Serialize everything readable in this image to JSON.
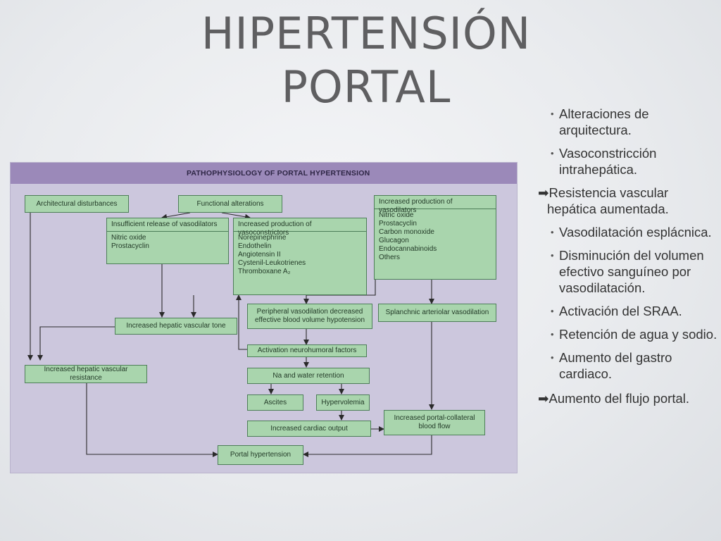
{
  "title": {
    "line1": "HIPERTENSIÓN",
    "line2": "PORTAL"
  },
  "bullets": [
    {
      "type": "bullet",
      "text": "Alteraciones de arquitectura."
    },
    {
      "type": "bullet",
      "text": "Vasoconstricción intrahepática."
    },
    {
      "type": "arrow",
      "symbol": "➡",
      "line1": "Resistencia vascular",
      "line2": "hepática aumentada."
    },
    {
      "type": "bullet",
      "text": "Vasodilatación esplácnica."
    },
    {
      "type": "bullet",
      "text": "Disminución del volumen efectivo sanguíneo por vasodilatación."
    },
    {
      "type": "bullet",
      "text": "Activación del SRAA."
    },
    {
      "type": "bullet",
      "text": "Retención de agua y sodio."
    },
    {
      "type": "bullet",
      "text": "Aumento del gastro cardiaco."
    },
    {
      "type": "arrow",
      "symbol": "➡",
      "line1": "Aumento del flujo portal.",
      "line2": ""
    }
  ],
  "diagram": {
    "header": "PATHOPHYSIOLOGY OF PORTAL HYPERTENSION",
    "boxes": {
      "architectural": "Architectural disturbances",
      "functional": "Functional alterations",
      "insufficient_release": {
        "header": "Insufficient release of vasodilators",
        "items": [
          "Nitric oxide",
          "Prostacyclin"
        ]
      },
      "vasoconstrictors": {
        "header": "Increased production of vasoconstrictors",
        "items": [
          "Norepinephrine",
          "Endothelin",
          "Angiotensin II",
          "Cystenil-Leukotrienes",
          "Thromboxane A₂"
        ]
      },
      "vasodilators": {
        "header": "Increased production of vasodilators",
        "items": [
          "Nitric oxide",
          "Prostacyclin",
          "Carbon monoxide",
          "Glucagon",
          "Endocannabinoids",
          "Others"
        ]
      },
      "hepatic_tone": "Increased hepatic vascular tone",
      "peripheral": "Peripheral vasodilation decreased effective blood volume hypotension",
      "splanchnic": "Splanchnic arteriolar vasodilation",
      "neurohumoral": "Activation neurohumoral factors",
      "hepatic_resistance": "Increased hepatic vascular resistance",
      "na_water": "Na and water retention",
      "ascites": "Ascites",
      "hypervolemia": "Hypervolemia",
      "cardiac_output": "Increased cardiac output",
      "portal_collateral": "Increased portal-collateral blood flow",
      "portal_hypertension": "Portal hypertension"
    }
  },
  "colors": {
    "panel_bg": "#ccc7dd",
    "panel_header": "#9b89b9",
    "box_fill": "#a9d5ad",
    "box_border": "#4d7e58",
    "title": "#5f5f61"
  }
}
